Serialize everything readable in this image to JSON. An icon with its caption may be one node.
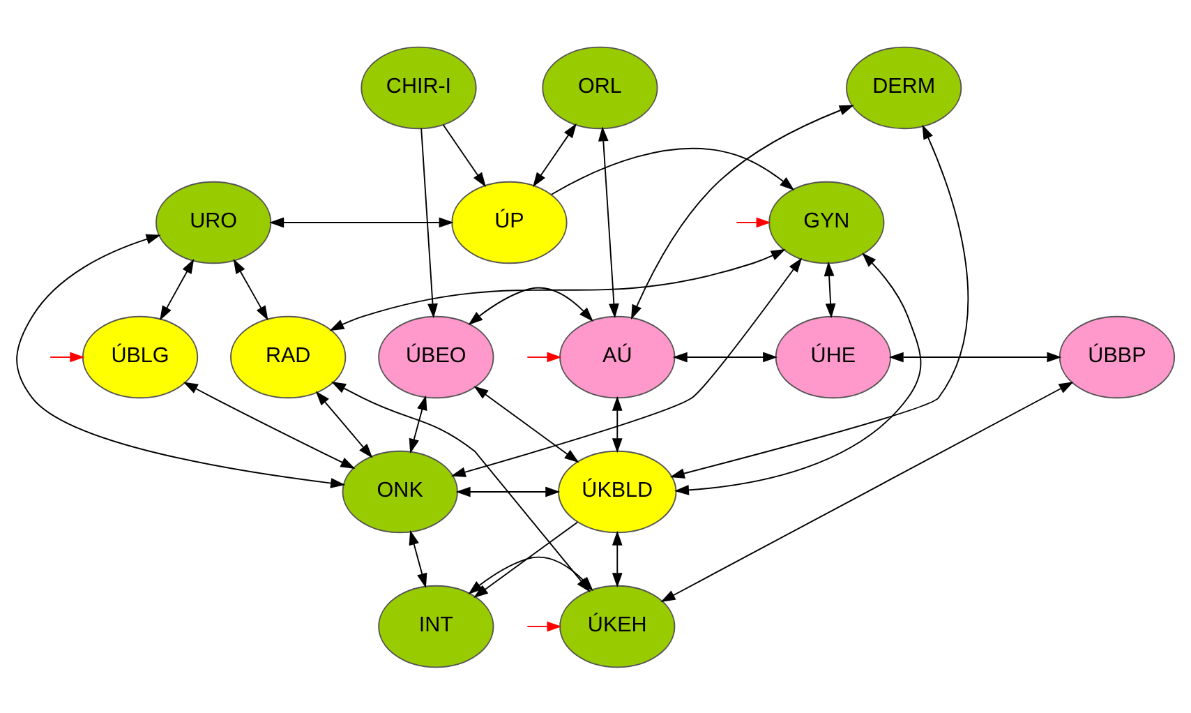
{
  "diagram": {
    "nodes": [
      {
        "text": [
          "CHIR-I"
        ]
      },
      {
        "text": [
          "ORL"
        ]
      },
      {
        "text": [
          "DERM"
        ]
      },
      {
        "text": [
          "URO"
        ]
      },
      {
        "text": [
          "ÚP"
        ]
      },
      {
        "text": [
          "GYN"
        ]
      },
      {
        "text": [
          "RAD"
        ]
      },
      {
        "text": [
          "ÚBLG"
        ]
      },
      {
        "text": [
          "ÚBEO"
        ]
      },
      {
        "text": [
          "AÚ"
        ]
      },
      {
        "text": [
          "ÚHE"
        ]
      },
      {
        "text": [
          "ÚBBP"
        ]
      },
      {
        "text": [
          "ÚKBLD"
        ]
      },
      {
        "text": [
          "ONK"
        ]
      },
      {
        "text": [
          "INT"
        ]
      },
      {
        "text": [
          "ÚKEH"
        ]
      }
    ],
    "edges": [
      {
        "from": 0,
        "to": 8,
        "arrow": "to"
      },
      {
        "from": 0,
        "to": 4,
        "arrow": "to"
      },
      {
        "from": 1,
        "to": 4,
        "arrow": "both"
      },
      {
        "from": 1,
        "to": 9,
        "arrow": "both"
      },
      {
        "from": 3,
        "to": 4,
        "arrow": "both"
      },
      {
        "from": 3,
        "to": 6,
        "arrow": "both"
      },
      {
        "from": 4,
        "to": 5,
        "arrow": "to"
      },
      {
        "from": 2,
        "to": 9,
        "arrow": "both"
      },
      {
        "from": 2,
        "to": 12,
        "arrow": "both"
      },
      {
        "from": 5,
        "to": 6,
        "arrow": "both"
      },
      {
        "from": 5,
        "to": 13,
        "arrow": "both"
      },
      {
        "from": 5,
        "to": 10,
        "arrow": "both"
      },
      {
        "from": 5,
        "to": 12,
        "arrow": "both"
      },
      {
        "from": 3,
        "to": 7,
        "arrow": "both"
      },
      {
        "from": 3,
        "to": 13,
        "arrow": "both"
      },
      {
        "from": 7,
        "to": 13,
        "arrow": "both"
      },
      {
        "from": 8,
        "to": 9,
        "arrow": "both"
      },
      {
        "from": 9,
        "to": 10,
        "arrow": "both"
      },
      {
        "from": 10,
        "to": 11,
        "arrow": "both"
      },
      {
        "from": 8,
        "to": 13,
        "arrow": "both"
      },
      {
        "from": 8,
        "to": 12,
        "arrow": "both"
      },
      {
        "from": 9,
        "to": 12,
        "arrow": "both"
      },
      {
        "from": 13,
        "to": 12,
        "arrow": "both"
      },
      {
        "from": 13,
        "to": 6,
        "arrow": "both"
      },
      {
        "from": 11,
        "to": 15,
        "arrow": "both"
      },
      {
        "from": 6,
        "to": 15,
        "arrow": "both"
      },
      {
        "from": 12,
        "to": 15,
        "arrow": "both"
      },
      {
        "from": 12,
        "to": 14,
        "arrow": "to"
      },
      {
        "from": 13,
        "to": 14,
        "arrow": "both"
      },
      {
        "from": 14,
        "to": 15,
        "arrow": "both"
      },
      {
        "from": null,
        "to": 5,
        "arrow": "to",
        "color": "#ff0000"
      },
      {
        "from": null,
        "to": 9,
        "arrow": "to",
        "color": "#ff0000"
      },
      {
        "from": null,
        "to": 7,
        "arrow": "to",
        "color": "#ff0000"
      },
      {
        "from": null,
        "to": 15,
        "arrow": "to",
        "color": "#ff0000"
      }
    ]
  }
}
